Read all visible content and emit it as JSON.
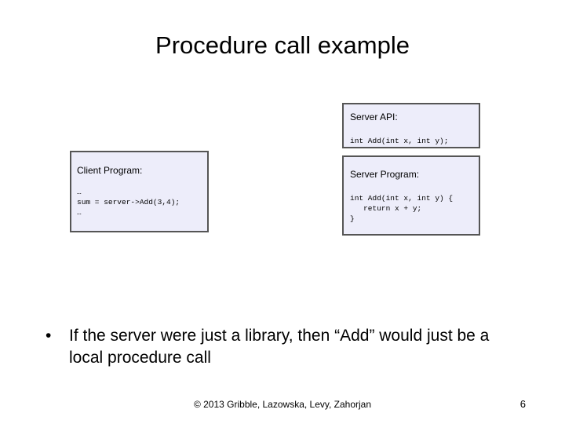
{
  "slide": {
    "title": "Procedure call example"
  },
  "server_api": {
    "label": "Server API:",
    "code": "int Add(int x, int y);"
  },
  "client_program": {
    "label": "Client Program:",
    "code": "…\nsum = server->Add(3,4);\n…"
  },
  "server_program": {
    "label": "Server Program:",
    "code": "int Add(int x, int y) {\n   return x + y;\n}"
  },
  "bullets": [
    {
      "marker": "•",
      "text": "If the server were just a library, then “Add” would just be a local procedure call"
    }
  ],
  "footer": {
    "copyright": "© 2013 Gribble, Lazowska, Levy, Zahorjan",
    "page_number": "6"
  }
}
